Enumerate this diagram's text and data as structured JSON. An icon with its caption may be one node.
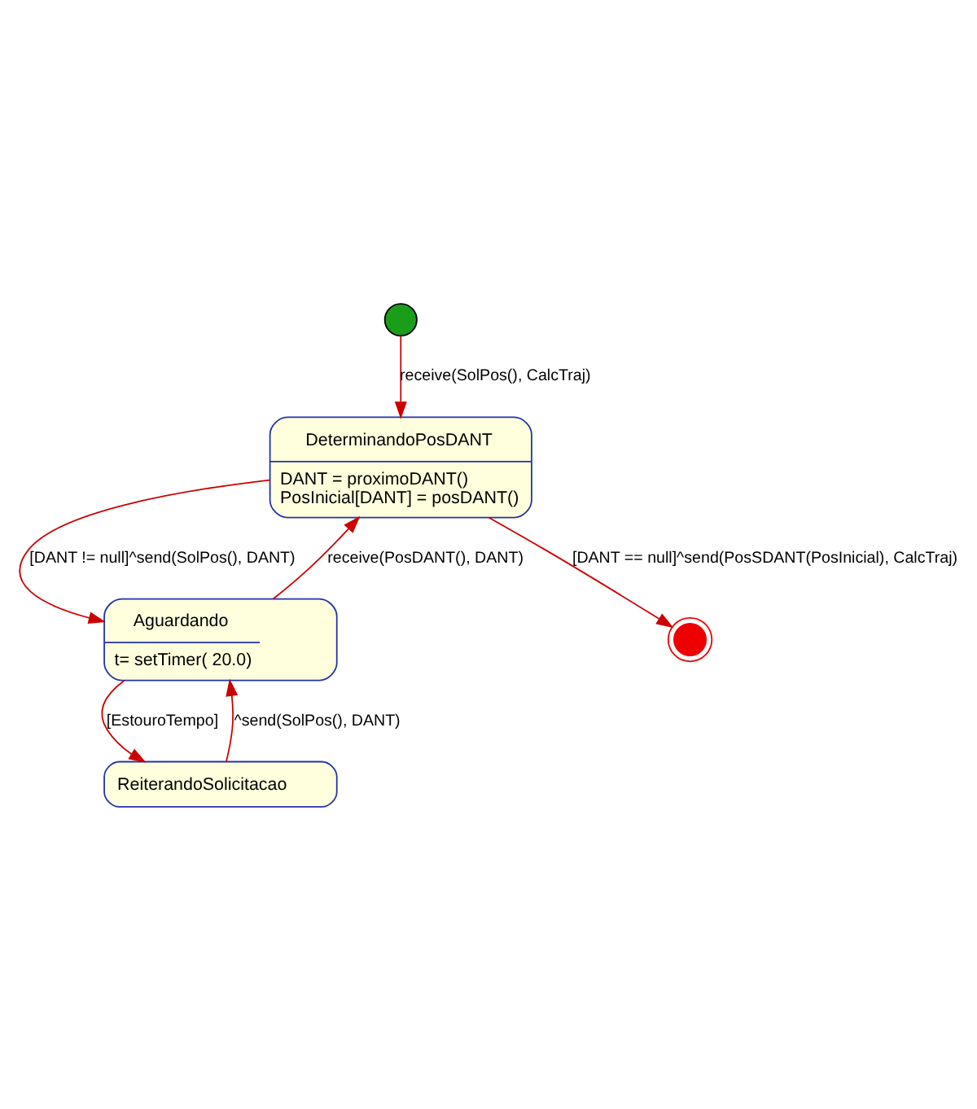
{
  "diagram": {
    "nodes": [
      {
        "text": [],
        "shape": "circle"
      },
      {
        "text": [
          "DeterminandoPosDANT",
          "DANT = proximoDANT()",
          "PosInicial[DANT] = posDANT()"
        ]
      },
      {
        "text": [
          "Aguardando",
          "t= setTimer( 20.0)"
        ]
      },
      {
        "text": [
          "ReiterandoSolicitacao"
        ]
      },
      {
        "text": [],
        "shape": "circle"
      }
    ],
    "edges": [
      {
        "from": 0,
        "to": 1,
        "arrow": "to",
        "label": "receive(SolPos(), CalcTraj)"
      },
      {
        "from": 1,
        "to": 2,
        "arrow": "to",
        "label": "[DANT != null]^send(SolPos(), DANT)"
      },
      {
        "from": 2,
        "to": 1,
        "arrow": "to",
        "label": "receive(PosDANT(), DANT)"
      },
      {
        "from": 2,
        "to": 3,
        "arrow": "to",
        "label": "[EstouroTempo]"
      },
      {
        "from": 3,
        "to": 2,
        "arrow": "to",
        "label": "^send(SolPos(), DANT)"
      },
      {
        "from": 1,
        "to": 4,
        "arrow": "to",
        "label": "[DANT == null]^send(PosSDANT(PosInicial), CalcTraj)"
      }
    ]
  }
}
